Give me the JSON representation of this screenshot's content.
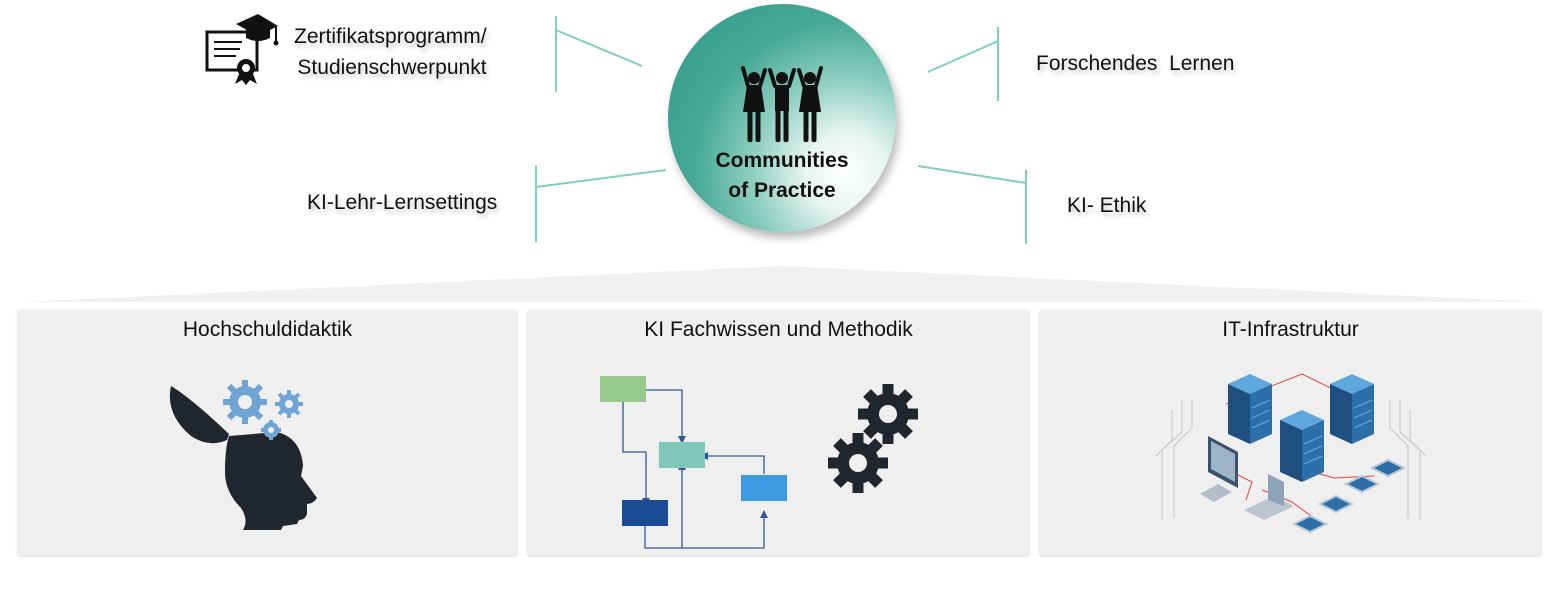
{
  "hub": {
    "line1": "Communities",
    "line2": "of Practice",
    "icon": "people-cheering-icon",
    "color": "#3aa08c"
  },
  "topics": {
    "zertifikat": {
      "line1": "Zertifikatsprogramm/",
      "line2": "Studienschwerpunkt",
      "icon": "certificate-graduation-icon"
    },
    "forschendes": {
      "label": "Forschendes  Lernen"
    },
    "lehr_lern": {
      "label": "KI-Lehr-Lernsettings"
    },
    "ethik": {
      "label": "KI- Ethik"
    }
  },
  "connector_color": "#7ecfbe",
  "pillars": [
    {
      "title": "Hochschuldidaktik",
      "icon": "head-with-gears-icon"
    },
    {
      "title": "KI Fachwissen und Methodik",
      "icon": "flowchart-and-gears-icon"
    },
    {
      "title": "IT-Infrastruktur",
      "icon": "server-network-icon"
    }
  ]
}
